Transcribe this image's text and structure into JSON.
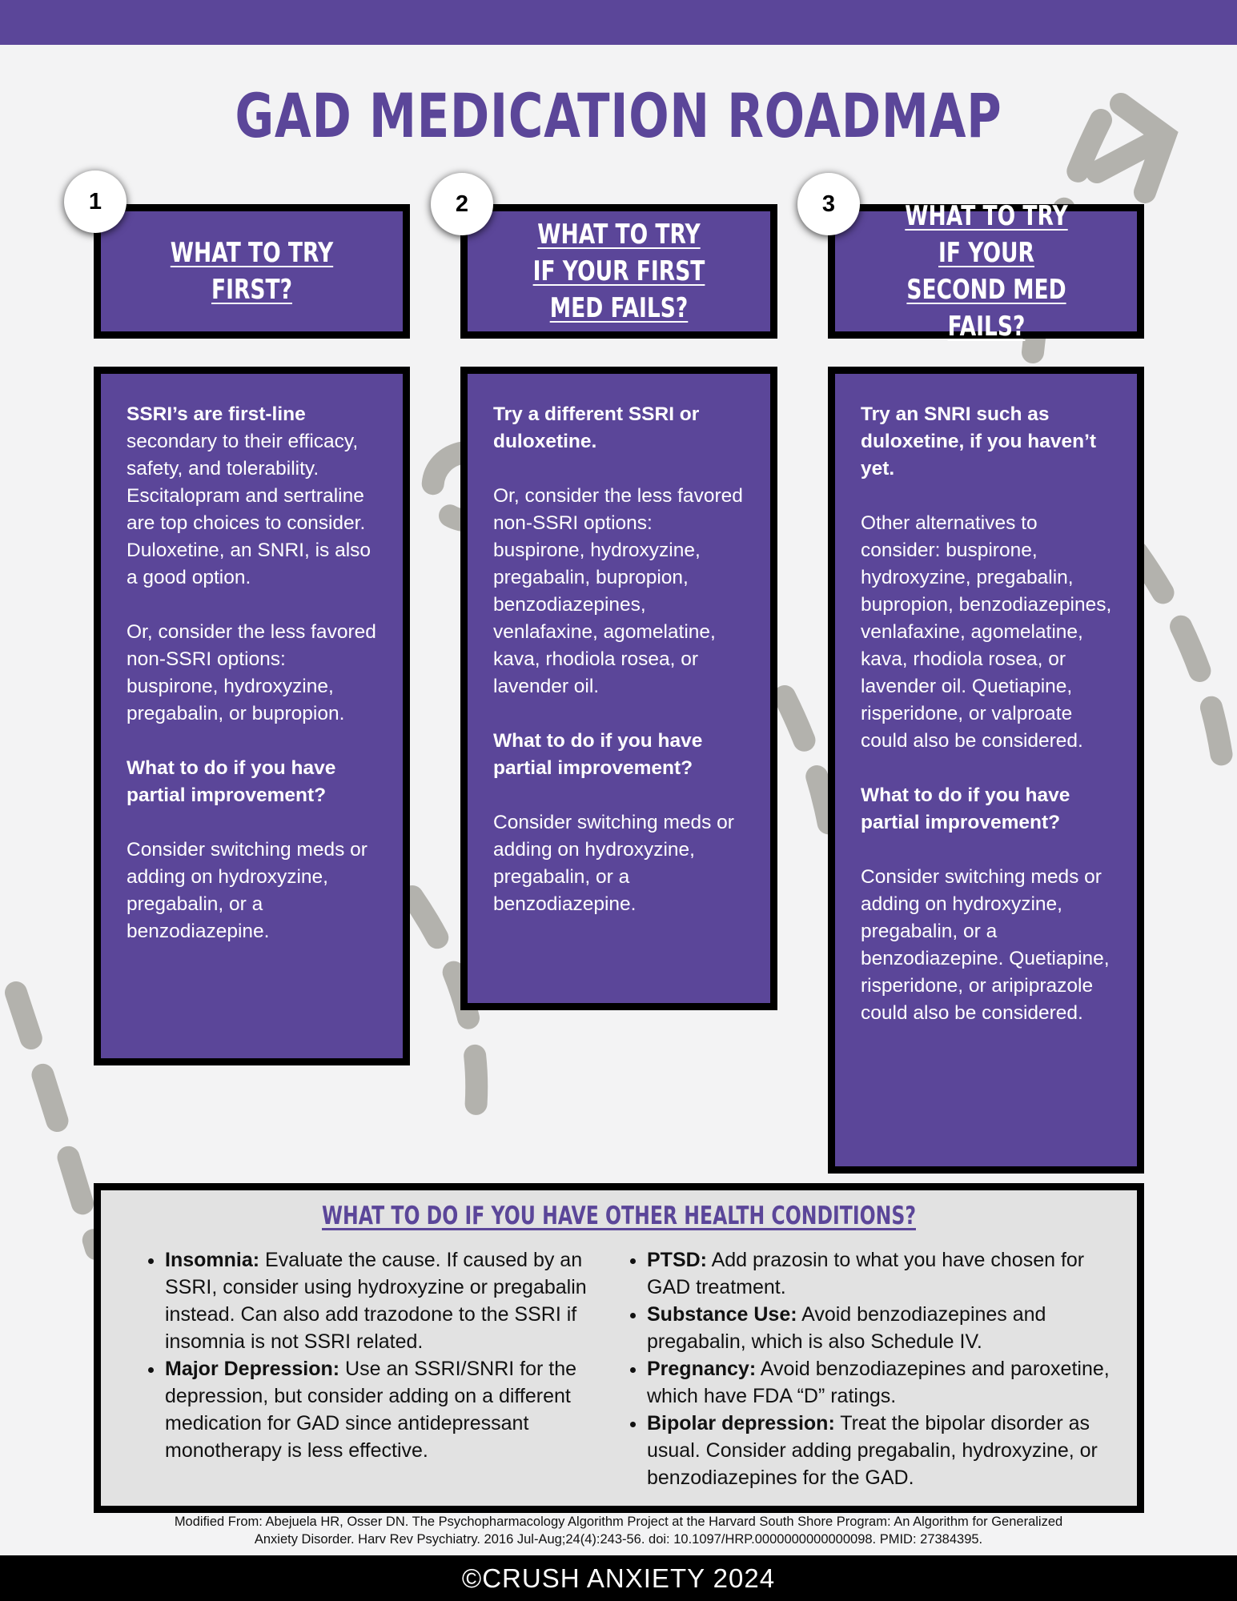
{
  "title": "GAD MEDICATION ROADMAP",
  "steps": [
    {
      "number": "1",
      "heading": "WHAT TO TRY FIRST?",
      "body": [
        {
          "bold": "SSRI’s are first-line",
          "text": " secondary to their efficacy, safety, and tolerability. Escitalopram and sertraline are top choices to consider. Duloxetine, an SNRI, is also a good option."
        },
        {
          "bold": "",
          "text": "Or, consider the less favored non-SSRI options: buspirone, hydroxyzine, pregabalin, or bupropion."
        },
        {
          "bold": "What to do if you have partial improvement?",
          "text": ""
        },
        {
          "bold": "",
          "text": "Consider switching meds or adding on hydroxyzine, pregabalin, or a benzodiazepine."
        }
      ]
    },
    {
      "number": "2",
      "heading": "WHAT TO TRY IF YOUR FIRST MED  FAILS?",
      "body": [
        {
          "bold": "Try a different SSRI or duloxetine.",
          "text": ""
        },
        {
          "bold": "",
          "text": "Or, consider the less favored non-SSRI options: buspirone, hydroxyzine, pregabalin, bupropion, benzodiazepines, venlafaxine, agomelatine, kava, rhodiola rosea, or lavender oil."
        },
        {
          "bold": "What to do if you have partial improvement?",
          "text": ""
        },
        {
          "bold": "",
          "text": "Consider switching meds or adding on hydroxyzine, pregabalin, or a benzodiazepine."
        }
      ]
    },
    {
      "number": "3",
      "heading": "WHAT TO TRY IF YOUR SECOND MED FAILS?",
      "body": [
        {
          "bold": "Try an SNRI such as duloxetine, if you haven’t yet.",
          "text": ""
        },
        {
          "bold": "",
          "text": "Other alternatives to consider: buspirone, hydroxyzine, pregabalin, bupropion, benzodiazepines, venlafaxine, agomelatine, kava, rhodiola rosea, or lavender oil.  Quetiapine, risperidone, or valproate could also be considered."
        },
        {
          "bold": "What to do if you have partial improvement?",
          "text": ""
        },
        {
          "bold": "",
          "text": "Consider switching meds or adding on hydroxyzine, pregabalin, or a benzodiazepine. Quetiapine, risperidone, or aripiprazole could also be considered."
        }
      ]
    }
  ],
  "conditions": {
    "title": "WHAT TO DO IF YOU HAVE OTHER HEALTH CONDITIONS?",
    "left": [
      {
        "term": "Insomnia:",
        "text": " Evaluate the cause.  If caused by an SSRI, consider using hydroxyzine or pregabalin instead.  Can also add trazodone to the SSRI if insomnia is not SSRI related."
      },
      {
        "term": "Major Depression:",
        "text": " Use an SSRI/SNRI for the depression, but consider adding on a different medication for GAD since antidepressant monotherapy is less effective."
      }
    ],
    "right": [
      {
        "term": "PTSD:",
        "text": " Add prazosin to what you have chosen for GAD treatment."
      },
      {
        "term": "Substance Use:",
        "text": " Avoid benzodiazepines and pregabalin, which is also Schedule IV."
      },
      {
        "term": "Pregnancy:",
        "text": " Avoid benzodiazepines and paroxetine, which have FDA “D” ratings."
      },
      {
        "term": "Bipolar depression:",
        "text": " Treat the bipolar disorder as usual.  Consider adding pregabalin, hydroxyzine, or benzodiazepines for the GAD."
      }
    ]
  },
  "citation": {
    "line1": "Modified From: Abejuela HR, Osser DN. The Psychopharmacology Algorithm Project at the Harvard South Shore Program: An Algorithm for Generalized",
    "line2": "Anxiety Disorder. Harv Rev Psychiatry. 2016 Jul-Aug;24(4):243-56. doi: 10.1097/HRP.0000000000000098. PMID: 27384395."
  },
  "footer": "©CRUSH ANXIETY 2024",
  "colors": {
    "brand_purple": "#5b4699",
    "gray_decor": "#b3b2ad",
    "black": "#000000"
  }
}
